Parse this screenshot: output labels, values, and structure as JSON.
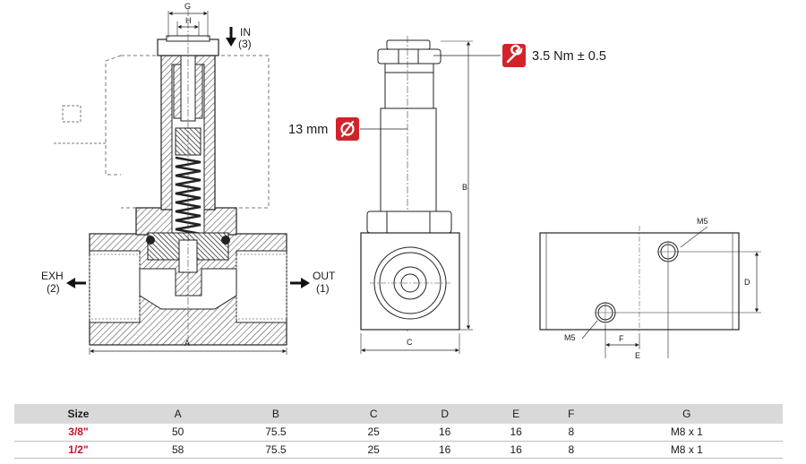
{
  "labels": {
    "dim_g": "G",
    "dim_h": "H",
    "dim_a": "A",
    "dim_b": "B",
    "dim_c": "C",
    "dim_d": "D",
    "dim_e": "E",
    "dim_f": "F",
    "m5_top": "M5",
    "m5_bottom": "M5",
    "in_port": "IN",
    "in_port_num": "(3)",
    "exh_port": "EXH",
    "exh_port_num": "(2)",
    "out_port": "OUT",
    "out_port_num": "(1)",
    "torque": "3.5 Nm ± 0.5",
    "diameter": "13 mm"
  },
  "icons": {
    "torque": "wrench-icon",
    "diameter": "diameter-icon"
  },
  "colors": {
    "accent": "#d2232a",
    "hatch": "#555555",
    "line": "#2a2a2a",
    "table_header": "#d9d9d9"
  },
  "table": {
    "headers": [
      "Size",
      "A",
      "B",
      "C",
      "D",
      "E",
      "F",
      "G"
    ],
    "rows": [
      [
        "3/8\"",
        "50",
        "75.5",
        "25",
        "16",
        "16",
        "8",
        "M8 x 1"
      ],
      [
        "1/2\"",
        "58",
        "75.5",
        "25",
        "16",
        "16",
        "8",
        "M8 x 1"
      ]
    ]
  }
}
